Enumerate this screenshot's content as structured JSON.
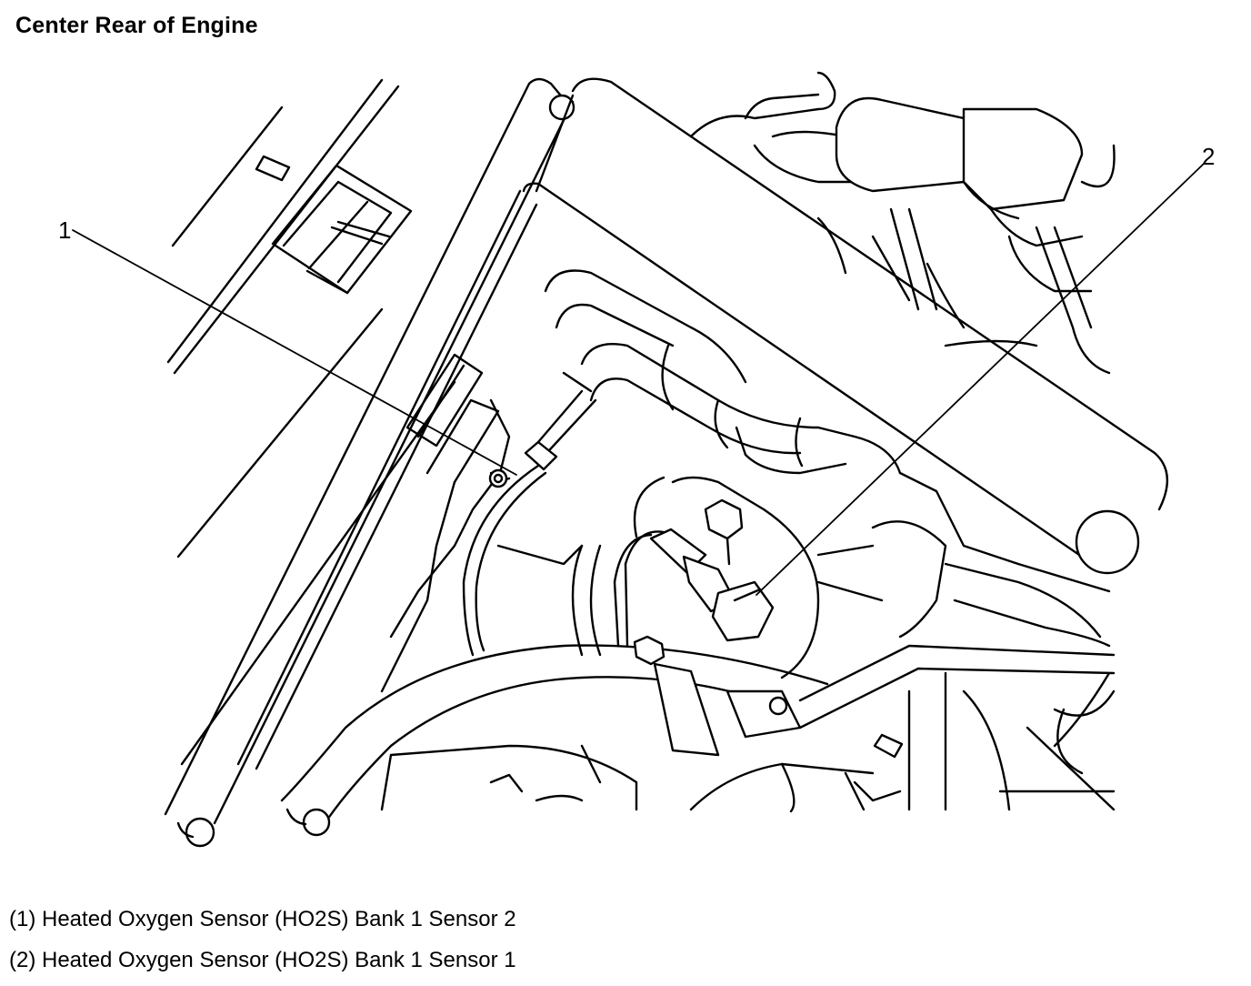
{
  "title": "Center Rear of Engine",
  "callouts": [
    {
      "number": "1",
      "text": "Heated Oxygen Sensor (HO2S) Bank 1 Sensor 2"
    },
    {
      "number": "2",
      "text": "Heated Oxygen Sensor (HO2S) Bank 1 Sensor 1"
    }
  ],
  "legend": [
    "(1) Heated Oxygen Sensor (HO2S) Bank 1 Sensor 2",
    "(2) Heated Oxygen Sensor (HO2S) Bank 1 Sensor 1"
  ],
  "colors": {
    "line": "#000000",
    "background": "#ffffff"
  }
}
